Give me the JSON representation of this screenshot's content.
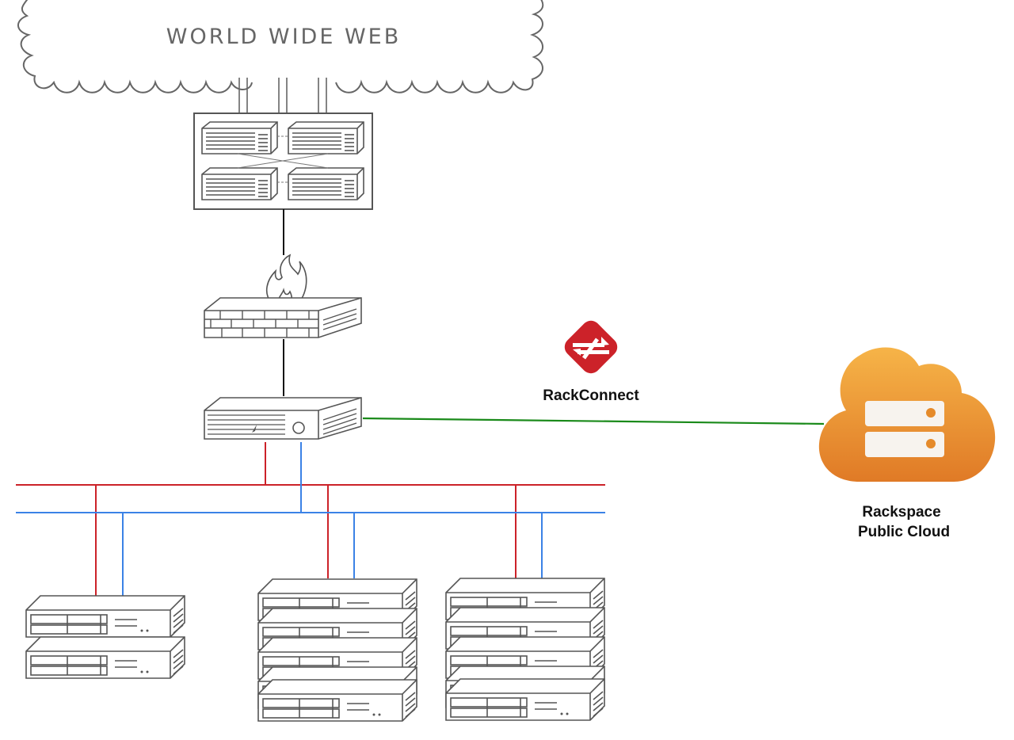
{
  "internet": {
    "label": "WORLD WIDE WEB"
  },
  "rackconnect": {
    "label": "RackConnect"
  },
  "public_cloud": {
    "line1": "Rackspace",
    "line2": "Public Cloud"
  },
  "colors": {
    "red_network": "#cc2229",
    "blue_network": "#3b82e6",
    "rackconnect_link": "#1a8a1a",
    "cloud_orange_top": "#f6b04a",
    "cloud_orange_bottom": "#e07a26",
    "rackconnect_red": "#cc2229"
  }
}
